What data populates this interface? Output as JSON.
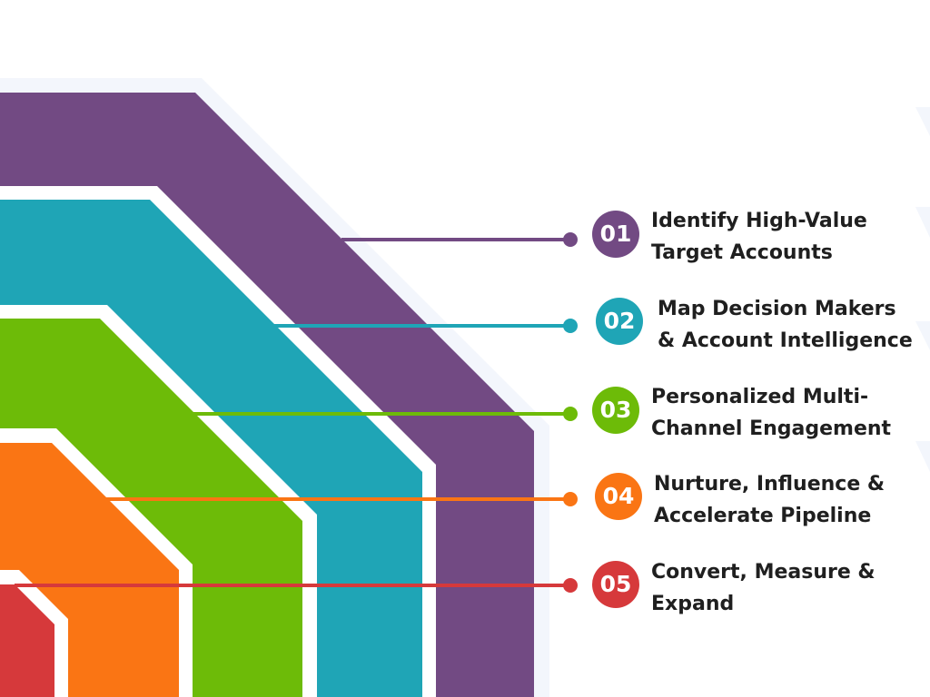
{
  "colors": {
    "purple": "#724A83",
    "teal": "#1FA5B6",
    "green": "#6DBB08",
    "orange": "#FA7514",
    "red": "#D6393B",
    "background": "#FFFFFF",
    "halo": "#F3F6FC"
  },
  "steps": [
    {
      "number": "01",
      "line1": "Identify High-Value",
      "line2": "Target Accounts",
      "color": "#724A83"
    },
    {
      "number": "02",
      "line1": "Map Decision Makers",
      "line2": "& Account Intelligence",
      "color": "#1FA5B6"
    },
    {
      "number": "03",
      "line1": "Personalized Multi-",
      "line2": "Channel Engagement",
      "color": "#6DBB08"
    },
    {
      "number": "04",
      "line1": "Nurture, Influence &",
      "line2": "Accelerate Pipeline",
      "color": "#FA7514"
    },
    {
      "number": "05",
      "line1": "Convert, Measure &",
      "line2": "Expand",
      "color": "#D6393B"
    }
  ]
}
